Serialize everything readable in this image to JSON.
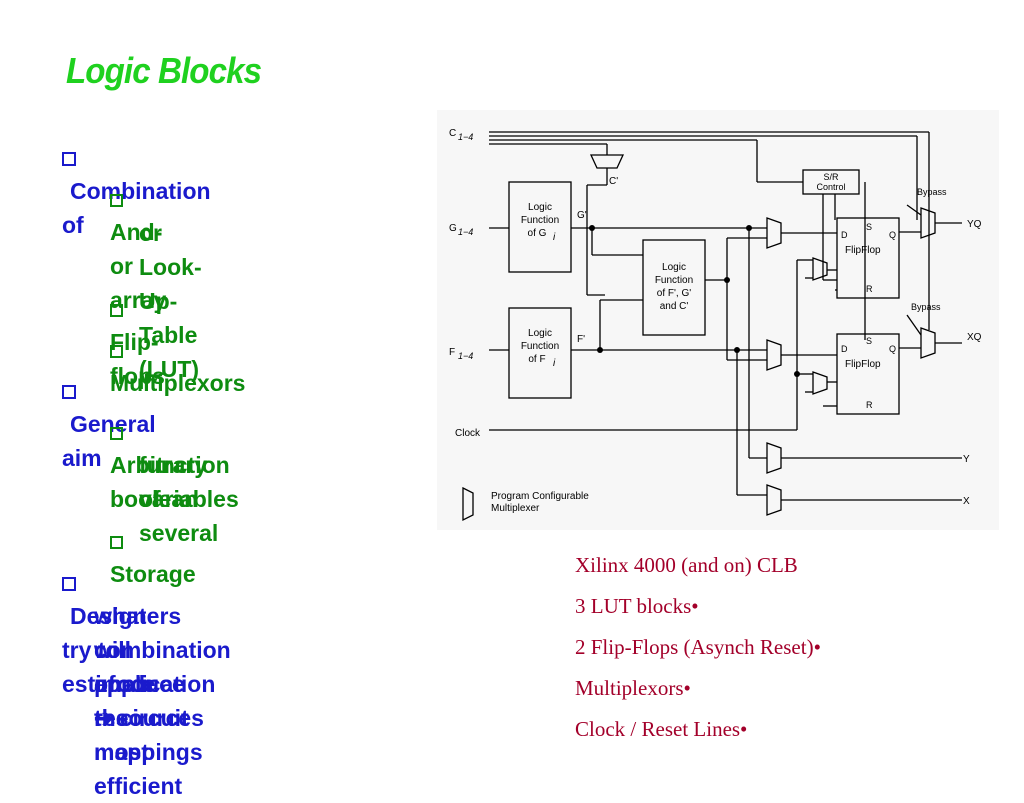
{
  "slide": {
    "title": "Logic Blocks",
    "bullets": [
      {
        "text": "Combination of",
        "sub": [
          {
            "lines": [
              "And-or array",
              "or",
              "Look-Up-Table (LUT)"
            ]
          },
          {
            "lines": [
              "Flip-flops"
            ]
          },
          {
            "lines": [
              "Multiplexors"
            ]
          }
        ]
      },
      {
        "text": "General aim",
        "sub": [
          {
            "lines": [
              "Arbitrary boolean",
              "function of several",
              "variables"
            ]
          },
          {
            "lines": [
              "Storage"
            ]
          }
        ]
      },
      {
        "lines": [
          "Designers try to estimate",
          "what combination of resources",
          "will produce the most efficient",
          "application",
          "circuit mappings"
        ]
      }
    ],
    "arrow_glyph": "➔"
  },
  "diagram": {
    "c14": "C",
    "g14": "G",
    "f14": "F",
    "sub14": "1−4",
    "cprime": "C'",
    "gprime": "G'",
    "fprime": "F'",
    "lut_g": [
      "Logic",
      "Function",
      "of G",
      "i"
    ],
    "lut_f": [
      "Logic",
      "Function",
      "of F",
      "i"
    ],
    "lut_h": [
      "Logic",
      "Function",
      "of F', G'",
      "and C'"
    ],
    "sr": [
      "S/R",
      "Control"
    ],
    "bypass": "Bypass",
    "ff_label": "FlipFlop",
    "ff_d": "D",
    "ff_s": "S",
    "ff_q": "Q",
    "ff_r": "R",
    "clock": "Clock",
    "out_yq": "YQ",
    "out_xq": "XQ",
    "out_y": "Y",
    "out_x": "X",
    "legend": [
      "Program Configurable",
      "Multiplexer"
    ]
  },
  "notes": {
    "lines": [
      "Xilinx 4000 (and on) CLB",
      "3 LUT blocks•",
      "2 Flip-Flops (Asynch Reset)•",
      "Multiplexors•",
      "Clock / Reset Lines•"
    ]
  }
}
